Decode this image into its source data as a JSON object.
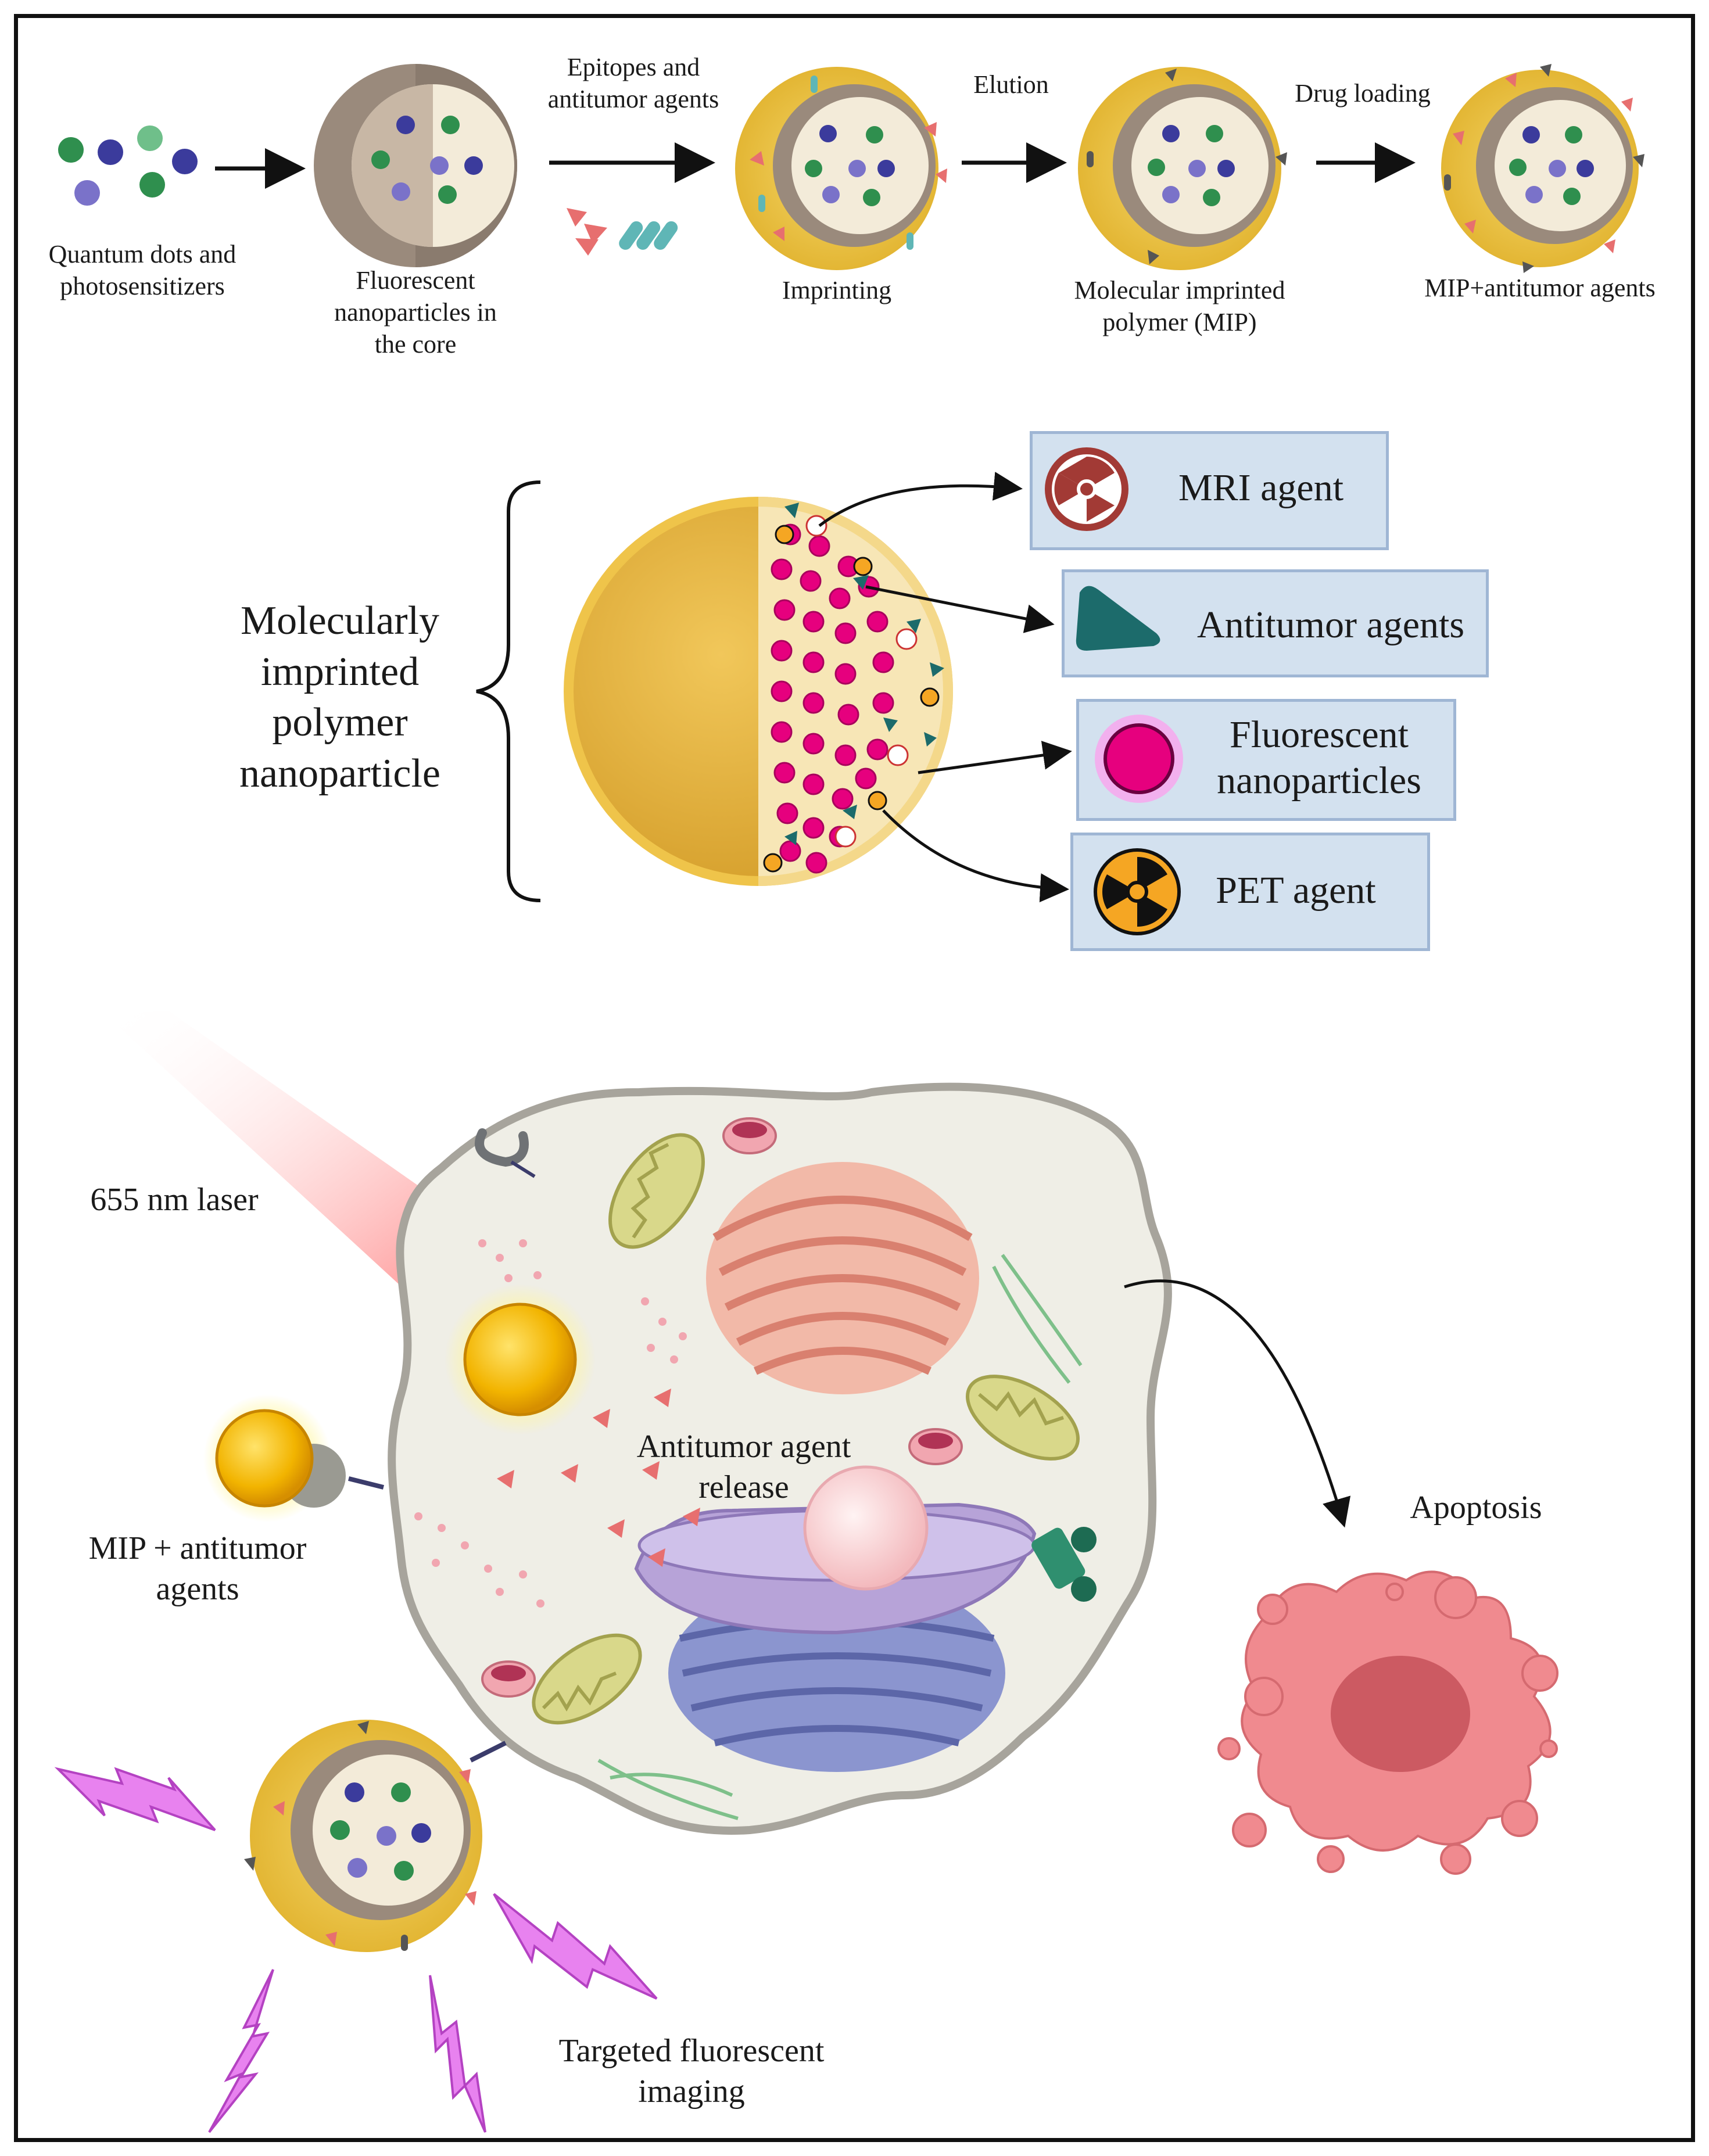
{
  "top_row": {
    "step1_label": "Quantum dots and\nphotosensitizers",
    "step2_label": "Fluorescent\nnanoparticles in\nthe core",
    "arrow2_label": "Epitopes and\nantitumor agents",
    "step3_label": "Imprinting",
    "arrow3_label": "Elution",
    "step4_label": "Molecular imprinted\npolymer (MIP)",
    "arrow4_label": "Drug loading",
    "step5_label": "MIP+antitumor agents"
  },
  "panel": {
    "title": "Molecularly\nimprinted\npolymer\nnanoparticle",
    "legend": [
      {
        "label": "MRI agent",
        "icon": "radiation-icon-red"
      },
      {
        "label": "Antitumor agents",
        "icon": "triangle-icon-teal"
      },
      {
        "label": "Fluorescent\nnanoparticles",
        "icon": "circle-icon-magenta"
      },
      {
        "label": "PET agent",
        "icon": "radiation-icon-orange"
      }
    ]
  },
  "bottom": {
    "laser_label": "655 nm laser",
    "mip_label": "MIP + antitumor\nagents",
    "release_label": "Antitumor agent\nrelease",
    "apoptosis_label": "Apoptosis",
    "imaging_label": "Targeted fluorescent\nimaging"
  },
  "colors": {
    "shell": "#f2c94c",
    "core": "#f3ebd9",
    "magenta": "#e6007e",
    "teal": "#1c6b6b",
    "laser": "#ff5a5a",
    "apoptotic": "#f08a8f"
  }
}
